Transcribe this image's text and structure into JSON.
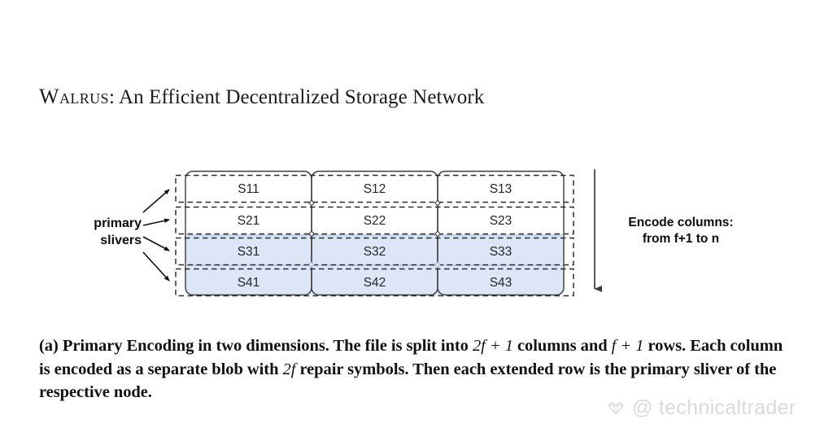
{
  "paper": {
    "title_smallcaps": "Walrus",
    "title_rest": ": An Efficient Decentralized Storage Network"
  },
  "figure": {
    "columns": 3,
    "rows": 4,
    "cells": [
      [
        "S11",
        "S12",
        "S13"
      ],
      [
        "S21",
        "S22",
        "S23"
      ],
      [
        "S31",
        "S32",
        "S33"
      ],
      [
        "S41",
        "S42",
        "S43"
      ]
    ],
    "highlighted_rows": [
      3,
      4
    ],
    "highlight_color": "#dce6f7",
    "highlight_border_color": "#9ab4dd",
    "left_label": {
      "line1": "primary",
      "line2": "slivers",
      "arrow_count": 4
    },
    "right_label": {
      "line1": "Encode columns:",
      "line2": "from f+1 to n",
      "arrow_direction": "down"
    }
  },
  "caption": {
    "label": "(a)",
    "part1": " Primary Encoding in two dimensions. The file is split into ",
    "math1": "2f + 1",
    "part2": " columns and ",
    "math2": "f + 1",
    "part3": " rows. Each column is encoded as a separate blob with ",
    "math3": "2f",
    "part4": " repair symbols. Then each extended row is the primary sliver of the respective node."
  },
  "watermark": {
    "text": "@ technicaltrader"
  }
}
